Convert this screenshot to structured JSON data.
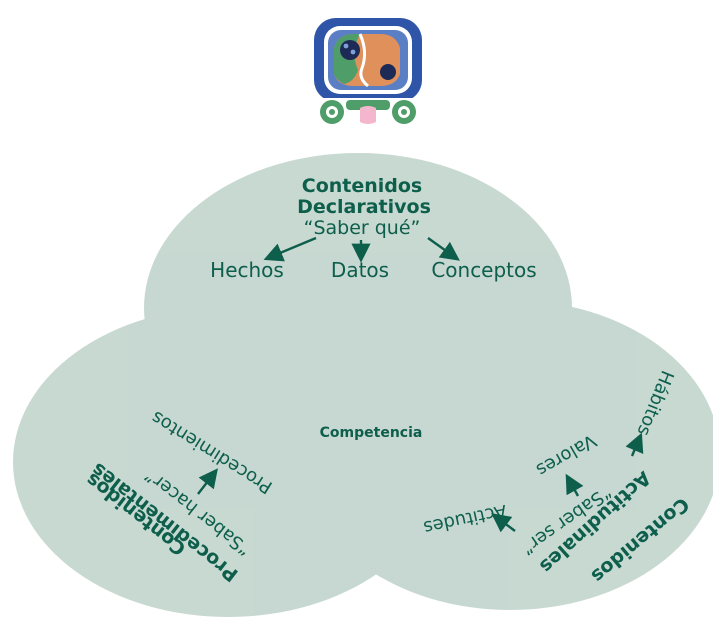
{
  "colors": {
    "circle_fill": "#a4c1b5",
    "text": "#0e5e4c",
    "logo_blue": "#2f55a8",
    "logo_green": "#4f9d68",
    "logo_orange": "#e0905a",
    "logo_pink": "#f4b6cc"
  },
  "logo": {
    "icon": "mayan-glyph-logo"
  },
  "center": {
    "label": "Competencia"
  },
  "declarativos": {
    "title_line1": "Contenidos",
    "title_line2": "Declarativos",
    "subtitle": "“Saber qué”",
    "items": [
      "Hechos",
      "Datos",
      "Conceptos"
    ]
  },
  "procedimentales": {
    "title_line1": "Contenidos",
    "title_line2": "Procedimentales",
    "subtitle": "“Saber hacer”",
    "item": "Procedimientos"
  },
  "actitudinales": {
    "title_line1": "Contenidos",
    "title_line2": "Actitudinales",
    "subtitle": "“Saber ser”",
    "items": [
      "Actitudes",
      "Valores",
      "Hábitos"
    ]
  }
}
